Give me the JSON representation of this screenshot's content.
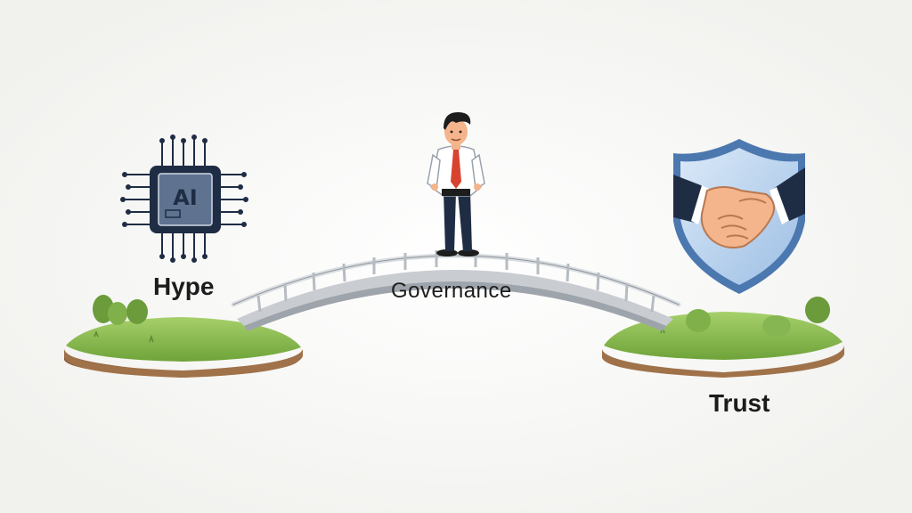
{
  "labels": {
    "left": "Hype",
    "bridge": "Governance",
    "right": "Trust"
  },
  "chip": {
    "text": "AI"
  },
  "colors": {
    "background": "#f7f7f5",
    "grass": "#8cc152",
    "soil": "#a0724a",
    "bridge": "#c9cdd2",
    "chip": "#1f2d44",
    "shield": "#bcd4ef",
    "tie": "#d8432f"
  },
  "icons": [
    "ai-chip-icon",
    "handshake-shield-icon",
    "person-figure",
    "bridge"
  ]
}
